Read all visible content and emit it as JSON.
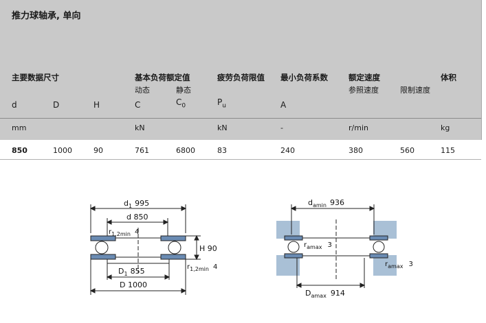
{
  "title": "推力球轴承, 单向",
  "headers": {
    "main_dims": "主要数据尺寸",
    "load_ratings": "基本负荷额定值",
    "dynamic": "动态",
    "static": "静态",
    "fatigue_limit": "疲劳负荷限值",
    "min_load_factor": "最小负荷系数",
    "rated_speed": "额定速度",
    "ref_speed": "参照速度",
    "limit_speed": "限制速度",
    "mass": "体积"
  },
  "symbols": {
    "d": "d",
    "D": "D",
    "H": "H",
    "C": "C",
    "C0": "C",
    "C0_sub": "0",
    "Pu": "P",
    "Pu_sub": "u",
    "A": "A"
  },
  "units": {
    "mm": "mm",
    "kN_C": "kN",
    "kN_P": "kN",
    "dash": "-",
    "speed": "r/min",
    "kg": "kg"
  },
  "row": {
    "d": "850",
    "D": "1000",
    "H": "90",
    "C": "761",
    "C0": "6800",
    "Pu": "83",
    "A": "240",
    "ref_speed": "380",
    "limit_speed": "560",
    "mass": "115"
  },
  "left_drawing": {
    "d1": "d",
    "d1_sub": "1",
    "d1_val": "995",
    "d": "d 850",
    "r": "r",
    "r_sub": "1,2min",
    "r_val": "4",
    "H": "H 90",
    "r2": "r",
    "r2_sub": "1,2min",
    "r2_val": "4",
    "D1": "D",
    "D1_sub": "1",
    "D1_val": "855",
    "D": "D 1000"
  },
  "right_drawing": {
    "da": "d",
    "da_sub": "amin",
    "da_val": "936",
    "ra": "r",
    "ra_sub": "amax",
    "ra_val": "3",
    "ra2": "r",
    "ra2_sub": "amax",
    "ra2_val": "3",
    "Da": "D",
    "Da_sub": "amax",
    "Da_val": "914"
  },
  "colors": {
    "panel": "#c9c9c9",
    "ball": "#6a8bb3",
    "housing": "#a9c0d6"
  }
}
